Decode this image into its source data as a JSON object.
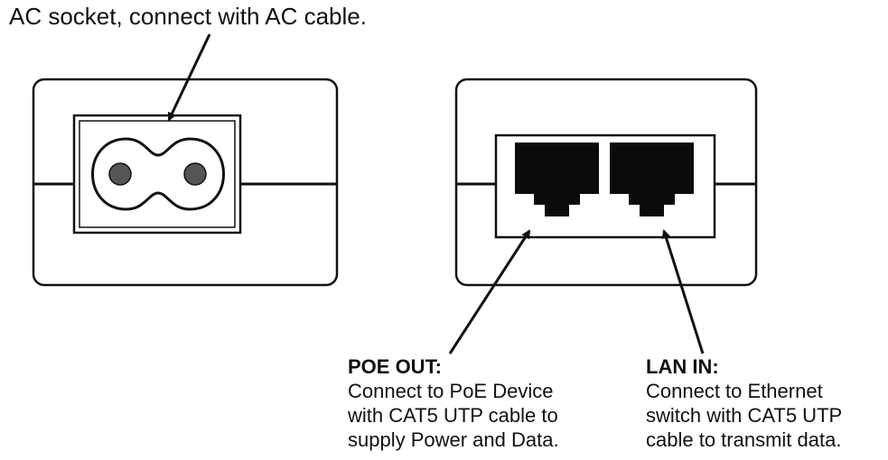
{
  "ac_socket": {
    "label": "AC socket, connect with AC cable."
  },
  "poe_out": {
    "title": "POE OUT:",
    "lines": [
      "Connect to PoE Device",
      "with CAT5 UTP cable to",
      "supply Power and Data."
    ]
  },
  "lan_in": {
    "title": "LAN IN:",
    "lines": [
      "Connect to Ethernet",
      "switch with CAT5 UTP",
      "cable to transmit data."
    ]
  },
  "icons": {
    "ac_port": "c8-figure-eight-socket-icon",
    "poe_port": "rj45-port-icon",
    "lan_port": "rj45-port-icon"
  },
  "colors": {
    "stroke": "#111111",
    "port": "#0b0b0b",
    "pin": "#555555",
    "background": "#ffffff"
  }
}
